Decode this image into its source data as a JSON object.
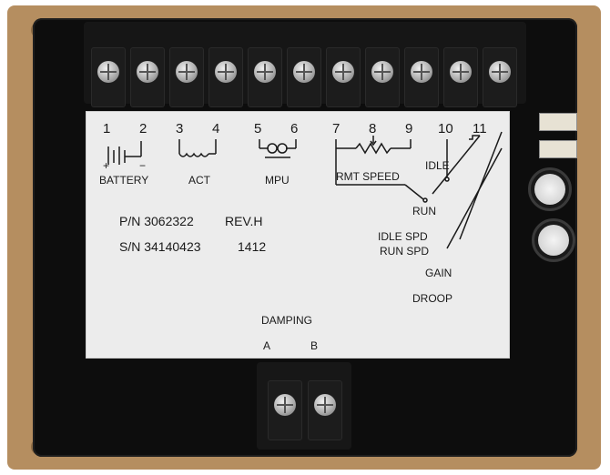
{
  "terminal_numbers": [
    "1",
    "2",
    "3",
    "4",
    "5",
    "6",
    "7",
    "8",
    "9",
    "10",
    "11"
  ],
  "labels": {
    "battery": "BATTERY",
    "act": "ACT",
    "mpu": "MPU",
    "rmt_speed": "RMT SPEED",
    "idle": "IDLE",
    "run": "RUN",
    "idle_spd": "IDLE SPD",
    "run_spd": "RUN SPD",
    "gain": "GAIN",
    "droop": "DROOP",
    "plus": "+",
    "minus": "−"
  },
  "part_number": "P/N 3062322",
  "revision": "REV.H",
  "serial_number": "S/N 34140423",
  "date_code": "1412",
  "damping": {
    "title": "DAMPING",
    "a": "A",
    "b": "B"
  },
  "colors": {
    "flange": "#b58e60",
    "housing": "#0d0d0d",
    "panel": "#ececec"
  },
  "icons": [
    "screw-terminal-icon",
    "battery-symbol-icon",
    "actuator-coil-icon",
    "pickup-symbol-icon",
    "potentiometer-symbol-icon",
    "trim-pot-dial-icon"
  ]
}
